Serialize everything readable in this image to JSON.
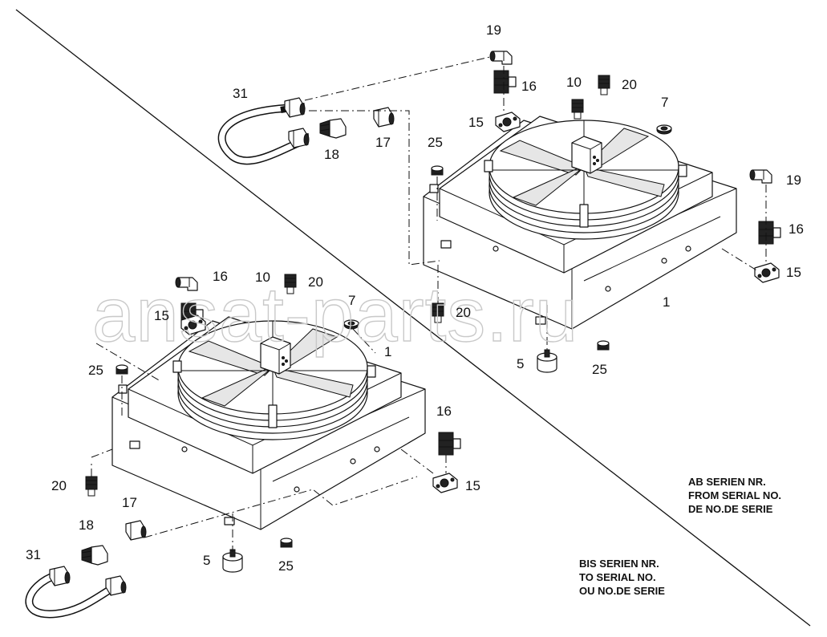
{
  "watermark": "ansat-parts.ru",
  "notes": {
    "from_serial": [
      "AB SERIEN NR.",
      "FROM SERIAL NO.",
      "DE NO.DE SERIE"
    ],
    "to_serial": [
      "BIS SERIEN NR.",
      "TO SERIAL NO.",
      "OU NO.DE SERIE"
    ]
  },
  "callouts_upper": [
    "19",
    "16",
    "10",
    "20",
    "31",
    "15",
    "7",
    "18",
    "17",
    "25",
    "19",
    "16",
    "15",
    "20",
    "1",
    "5",
    "25"
  ],
  "callouts_lower": [
    "16",
    "10",
    "20",
    "15",
    "7",
    "1",
    "25",
    "16",
    "20",
    "17",
    "15",
    "18",
    "31",
    "5",
    "25"
  ]
}
